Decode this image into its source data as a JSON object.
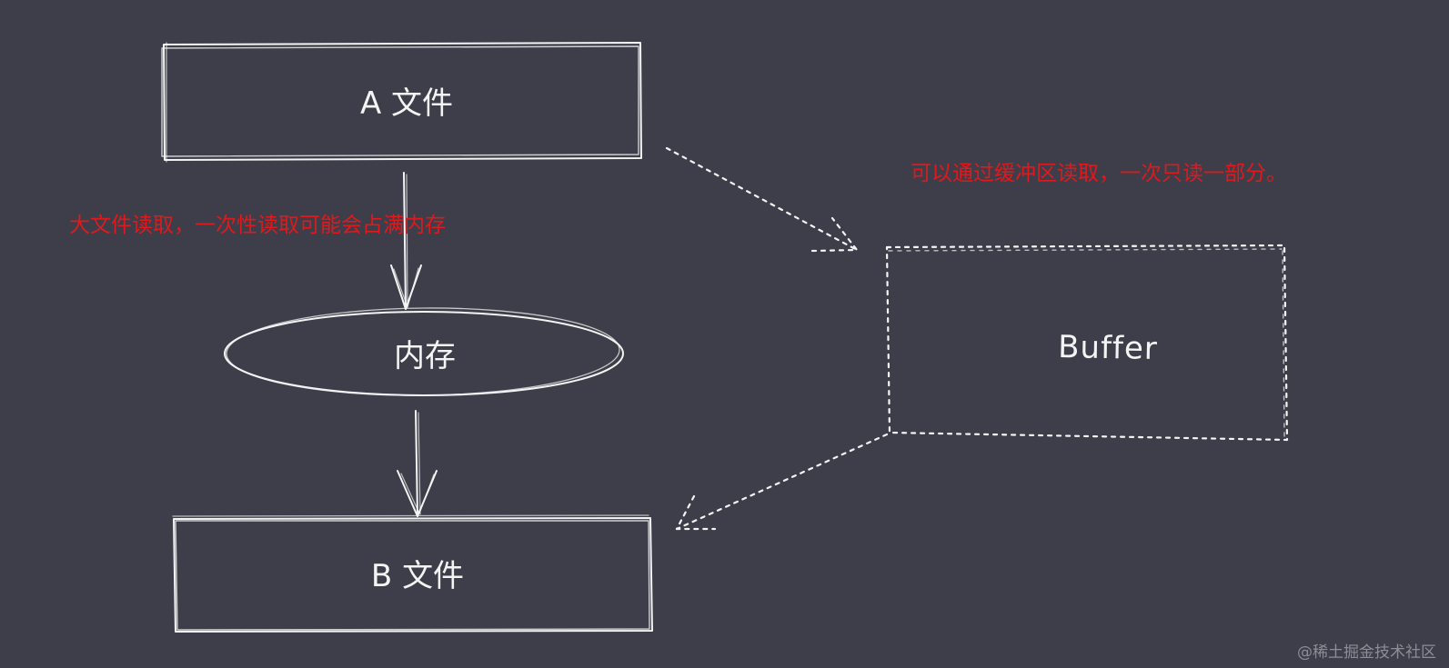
{
  "nodes": {
    "file_a": "A 文件",
    "memory": "内存",
    "file_b": "B 文件",
    "buffer": "Buffer"
  },
  "annotations": {
    "large_file_note": "大文件读取，一次性读取可能会占满内存",
    "buffer_note": "可以通过缓冲区读取，一次只读一部分。"
  },
  "watermark": "@稀土掘金技术社区",
  "colors": {
    "background": "#3d3e49",
    "stroke": "#f4f4f4",
    "annotation": "#e0191c"
  }
}
